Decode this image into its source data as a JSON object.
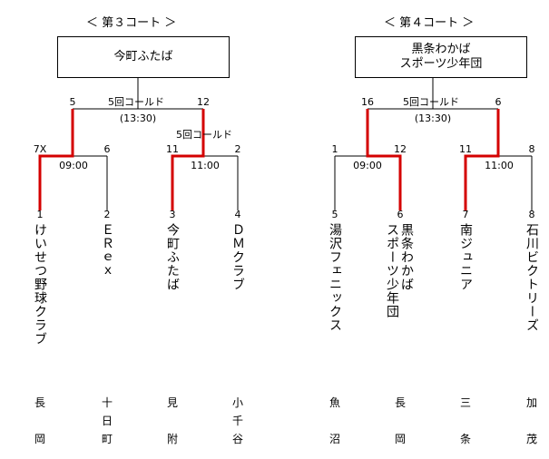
{
  "colors": {
    "winner_line": "#d40000",
    "line": "#000000"
  },
  "courts": [
    {
      "title": "＜ 第３コート ＞",
      "winner": "今町ふたば",
      "final": {
        "result": "5回コールド",
        "time": "(13:30)",
        "left_score": "5",
        "right_score": "12"
      },
      "semis": [
        {
          "result": "",
          "time": "09:00",
          "left_score": "7X",
          "right_score": "6"
        },
        {
          "result": "5回コールド",
          "time": "11:00",
          "left_score": "11",
          "right_score": "2"
        }
      ],
      "teams": [
        {
          "num": "1",
          "name": "けいせつ野球クラブ",
          "place": "長岡"
        },
        {
          "num": "2",
          "name": "ＥＲｅｘ",
          "place": "十日町"
        },
        {
          "num": "3",
          "name": "今町ふたば",
          "place": "見附"
        },
        {
          "num": "4",
          "name": "ＤＭクラブ",
          "place": "小千谷"
        }
      ]
    },
    {
      "title": "＜ 第４コート ＞",
      "winner_line1": "黒条わかば",
      "winner_line2": "スポーツ少年団",
      "final": {
        "result": "5回コールド",
        "time": "(13:30)",
        "left_score": "16",
        "right_score": "6"
      },
      "semis": [
        {
          "result": "",
          "time": "09:00",
          "left_score": "1",
          "right_score": "12"
        },
        {
          "result": "",
          "time": "11:00",
          "left_score": "11",
          "right_score": "8"
        }
      ],
      "teams": [
        {
          "num": "5",
          "name": "湯沢フェニックス",
          "place": "魚沼"
        },
        {
          "num": "6",
          "name": "黒条わかば\nスポーツ少年団",
          "place": "長岡"
        },
        {
          "num": "7",
          "name": "南ジュニア",
          "place": "三条"
        },
        {
          "num": "8",
          "name": "石川ビクトリーズ",
          "place": "加茂"
        }
      ]
    }
  ]
}
